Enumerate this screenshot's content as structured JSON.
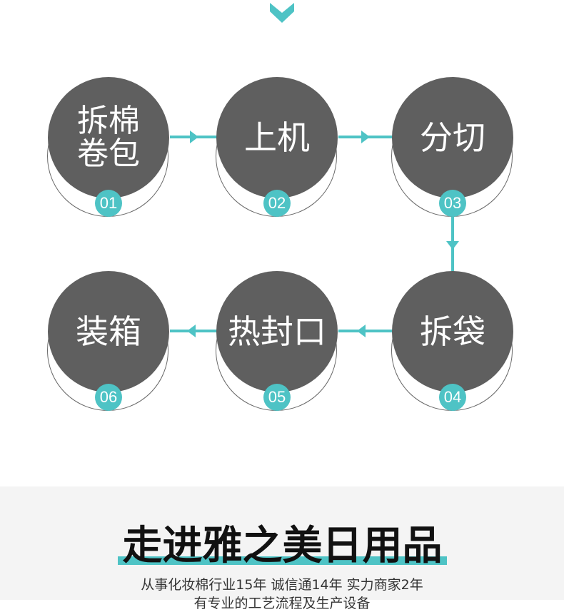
{
  "colors": {
    "accent": "#4ec3c5",
    "disc": "#5f5f5f",
    "outline": "#6a6a6a",
    "section_bg": "#f4f4f4"
  },
  "top_indicator": {
    "icon": "chevron-down-icon"
  },
  "process_flow": {
    "steps": [
      {
        "label": "拆棉卷包",
        "number": "01"
      },
      {
        "label": "上机",
        "number": "02"
      },
      {
        "label": "分切",
        "number": "03"
      },
      {
        "label": "拆袋",
        "number": "04"
      },
      {
        "label": "热封口",
        "number": "05"
      },
      {
        "label": "装箱",
        "number": "06"
      }
    ]
  },
  "about": {
    "title": "走进雅之美日用品",
    "subtitle_line1": "从事化妆棉行业15年 诚信通14年 实力商家2年",
    "subtitle_line2": "有专业的工艺流程及生产设备"
  }
}
